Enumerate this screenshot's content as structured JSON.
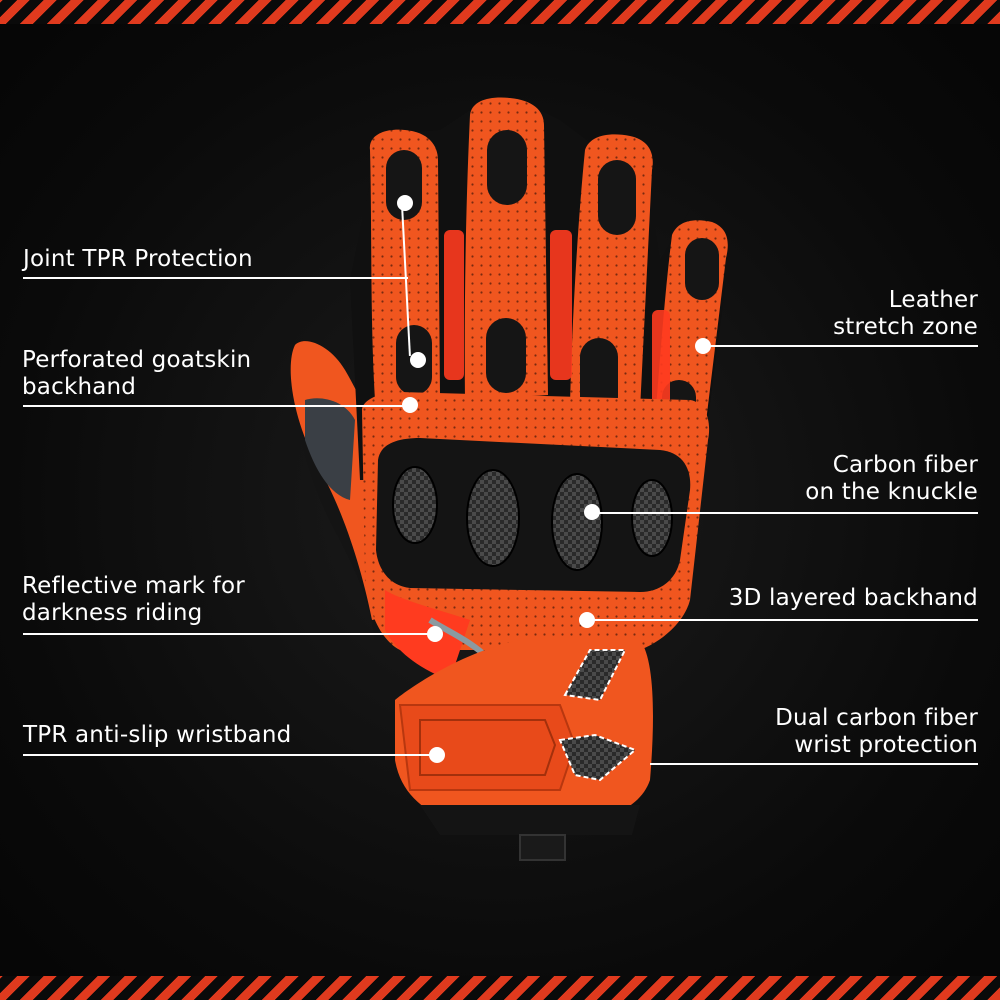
{
  "colors": {
    "accent": "#e03a1e",
    "glove_orange": "#f0561f",
    "glove_dark": "#111111",
    "carbon": "#3a3a3a"
  },
  "callouts": {
    "joint_tpr": {
      "lines": [
        "Joint TPR Protection"
      ]
    },
    "goatskin": {
      "lines": [
        "Perforated goatskin",
        "backhand"
      ]
    },
    "reflective": {
      "lines": [
        "Reflective mark for",
        "darkness riding"
      ]
    },
    "wristband": {
      "lines": [
        "TPR anti-slip wristband"
      ]
    },
    "leather": {
      "lines": [
        "Leather",
        "stretch zone"
      ]
    },
    "carbon_knuckle": {
      "lines": [
        "Carbon fiber",
        "on the knuckle"
      ]
    },
    "layered": {
      "lines": [
        "3D layered backhand"
      ]
    },
    "wrist_carbon": {
      "lines": [
        "Dual carbon fiber",
        "wrist protection"
      ]
    }
  },
  "image": {
    "subject": "glove-image"
  }
}
